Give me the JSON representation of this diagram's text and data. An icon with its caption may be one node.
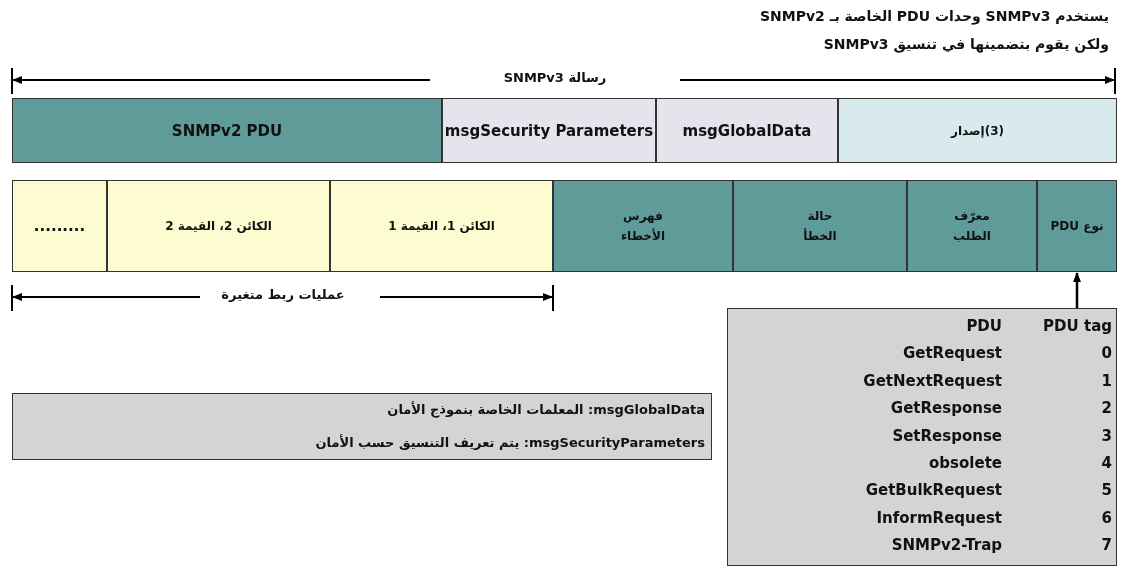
{
  "diagram": {
    "nodes": [
      {
        "text": [
          "SNMPv2 PDU"
        ]
      },
      {
        "text": [
          "msgSecurity Parameters"
        ]
      },
      {
        "text": [
          "msgGlobalData"
        ]
      },
      {
        "text": [
          "(3)إصدار"
        ]
      },
      {
        "text": [
          "........."
        ]
      },
      {
        "text": [
          "الكائن 2، القيمة 2"
        ]
      },
      {
        "text": [
          "الكائن 1، القيمة 1"
        ]
      },
      {
        "text": [
          "فهرس الأخطاء"
        ]
      },
      {
        "text": [
          "حالة الخطأ"
        ]
      },
      {
        "text": [
          "معرّف الطلب"
        ]
      },
      {
        "text": [
          "نوع PDU"
        ]
      },
      {
        "text": [
          "PDU",
          "PDU tag",
          "GetRequest",
          "0",
          "GetNextRequest",
          "1",
          "GetResponse",
          "2",
          "SetResponse",
          "3",
          "obsolete",
          "4",
          "GetBulkRequest",
          "5",
          "InformRequest",
          "6",
          "SNMPv2-Trap",
          "7"
        ]
      },
      {
        "text": [
          "msgGlobalData: المعلمات الخاصة بنموذج الأمان",
          "msgSecurityParameters: يتم تعريف التنسيق حسب الأمان"
        ]
      }
    ],
    "edges": [
      {
        "from": 11,
        "to": 10,
        "arrow": "to"
      }
    ],
    "labels": [
      "يستخدم SNMPv3 وحدات PDU الخاصة بـ SNMPv2",
      "ولكن يقوم بتضمينها في تنسيق SNMPv3",
      "رسالة SNMPv3",
      "عمليات ربط متغيرة"
    ]
  }
}
